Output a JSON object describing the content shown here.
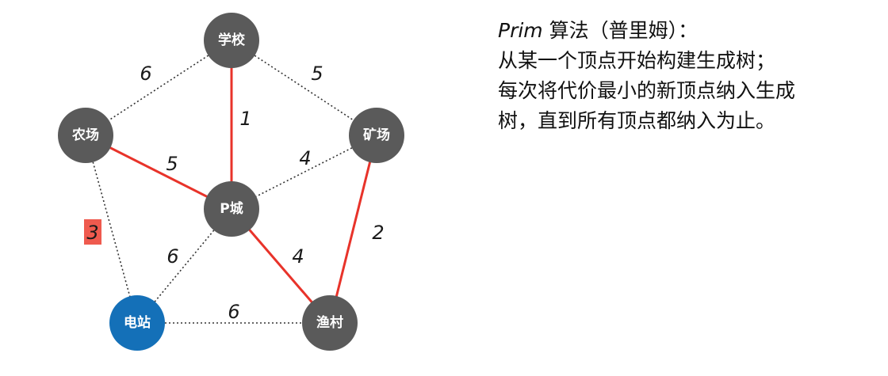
{
  "colors": {
    "node_default": "#5a5a5a",
    "node_start": "#1470b8",
    "edge_selected": "#e8332a",
    "edge_unselected": "#333333",
    "highlight_box": "#ef5a4e",
    "label_text": "#ffffff"
  },
  "graph": {
    "nodes": [
      {
        "id": "school",
        "label": "学校",
        "start": false
      },
      {
        "id": "farm",
        "label": "农场",
        "start": false
      },
      {
        "id": "mine",
        "label": "矿场",
        "start": false
      },
      {
        "id": "pcity",
        "label": "P城",
        "start": false
      },
      {
        "id": "power",
        "label": "电站",
        "start": true
      },
      {
        "id": "fishing",
        "label": "渔村",
        "start": false
      }
    ],
    "edges": [
      {
        "from": "school",
        "to": "farm",
        "weight": "6",
        "selected": false,
        "highlighted": false
      },
      {
        "from": "school",
        "to": "mine",
        "weight": "5",
        "selected": false,
        "highlighted": false
      },
      {
        "from": "school",
        "to": "pcity",
        "weight": "1",
        "selected": true,
        "highlighted": false
      },
      {
        "from": "farm",
        "to": "pcity",
        "weight": "5",
        "selected": true,
        "highlighted": false
      },
      {
        "from": "mine",
        "to": "pcity",
        "weight": "4",
        "selected": false,
        "highlighted": false
      },
      {
        "from": "farm",
        "to": "power",
        "weight": "3",
        "selected": false,
        "highlighted": true
      },
      {
        "from": "mine",
        "to": "fishing",
        "weight": "2",
        "selected": true,
        "highlighted": false
      },
      {
        "from": "pcity",
        "to": "power",
        "weight": "6",
        "selected": false,
        "highlighted": false
      },
      {
        "from": "pcity",
        "to": "fishing",
        "weight": "4",
        "selected": true,
        "highlighted": false
      },
      {
        "from": "power",
        "to": "fishing",
        "weight": "6",
        "selected": false,
        "highlighted": false
      }
    ]
  },
  "explanation": {
    "algorithm": "Prim",
    "title_rest": " 算法（普里姆）：",
    "line2": "从某一个顶点开始构建生成树；",
    "line3": "每次将代价最小的新顶点纳入生成",
    "line4": "树，直到所有顶点都纳入为止。"
  }
}
